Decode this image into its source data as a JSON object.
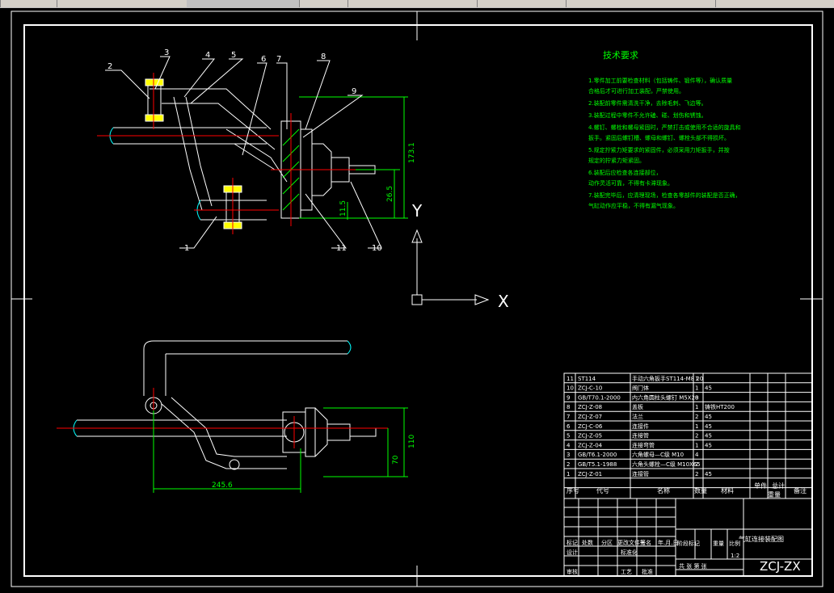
{
  "toolbar": {
    "items": [
      "",
      "",
      "",
      "",
      "",
      "",
      ""
    ]
  },
  "tech": {
    "title": "技术要求",
    "lines": [
      "1.零件加工前要检查材料（包括铸件、锻件等），确认质量",
      "  合格后才可进行加工装配，严禁使用。",
      "2.装配前零件需清洗干净，去除毛刺、飞边等。",
      "3.装配过程中零件不允许磕、碰、划伤和锈蚀。",
      "4.螺钉、螺栓和螺母紧固时，严禁打击或使用不合适的旋具和",
      "  扳手。紧固后螺钉槽、螺母和螺钉、螺栓头部不得损坏。",
      "5.规定拧紧力矩要求的紧固件，必须采用力矩扳手，并按",
      "  规定的拧紧力矩紧固。",
      "6.装配后应检查各连接部位，",
      "  动作灵活可靠，不得有卡滞现象。",
      "7.装配完毕后，应清理现场，检查各零部件的装配是否正确，",
      "  气缸动作应平稳，不得有漏气现象。"
    ]
  },
  "top_view": {
    "callouts": [
      "1",
      "2",
      "3",
      "4",
      "5",
      "6",
      "7",
      "8",
      "9",
      "10",
      "11"
    ],
    "dims": [
      "173.1",
      "26.5",
      "11.5"
    ]
  },
  "ucs": {
    "x_label": "X",
    "y_label": "Y"
  },
  "bottom_view": {
    "dims": [
      "245.6",
      "110",
      "70"
    ]
  },
  "bom": {
    "rows": [
      {
        "no": "11",
        "code": "ST114",
        "name": "手动六角扳手ST114-M8 20",
        "qty": "1",
        "mat": "",
        "note": ""
      },
      {
        "no": "10",
        "code": "ZCJ-C-10",
        "name": "阀门体",
        "qty": "1",
        "mat": "45",
        "note": ""
      },
      {
        "no": "9",
        "code": "GB/T70.1-2000",
        "name": "内六角圆柱头螺钉 M5X20",
        "qty": "8",
        "mat": "",
        "note": ""
      },
      {
        "no": "8",
        "code": "ZCJ-Z-08",
        "name": "盖板",
        "qty": "1",
        "mat": "铸铁HT200",
        "note": ""
      },
      {
        "no": "7",
        "code": "ZCJ-Z-07",
        "name": "法兰",
        "qty": "2",
        "mat": "45",
        "note": ""
      },
      {
        "no": "6",
        "code": "ZCJ-C-06",
        "name": "连接件",
        "qty": "1",
        "mat": "45",
        "note": ""
      },
      {
        "no": "5",
        "code": "ZCJ-Z-05",
        "name": "连接管",
        "qty": "2",
        "mat": "45",
        "note": ""
      },
      {
        "no": "4",
        "code": "ZCJ-Z-04",
        "name": "连接弯管",
        "qty": "1",
        "mat": "45",
        "note": ""
      },
      {
        "no": "3",
        "code": "GB/T6.1-2000",
        "name": "六角螺母—C级 M10",
        "qty": "4",
        "mat": "",
        "note": ""
      },
      {
        "no": "2",
        "code": "GB/T5.1-1988",
        "name": "六角头螺栓—C级 M10X65",
        "qty": "2",
        "mat": "",
        "note": ""
      },
      {
        "no": "1",
        "code": "ZCJ-Z-01",
        "name": "连接管",
        "qty": "2",
        "mat": "45",
        "note": ""
      }
    ],
    "header": {
      "no": "序号",
      "code": "代号",
      "name": "名称",
      "qty": "数量",
      "mat": "材料",
      "single": "单件",
      "total": "总计",
      "weight": "重量",
      "note": "备注"
    }
  },
  "title_block": {
    "title": "气缸连接装配图",
    "drawing_no": "ZCJ-ZX",
    "labels": [
      "标记",
      "处数",
      "分区",
      "更改文件号",
      "签名",
      "年.月.日",
      "设计",
      "审核",
      "工艺",
      "标准化",
      "批准"
    ],
    "stage": "阶段标记",
    "weight": "重量",
    "scale": "比例",
    "scale_val": "1:2",
    "sheets": "共 张  第 张"
  }
}
